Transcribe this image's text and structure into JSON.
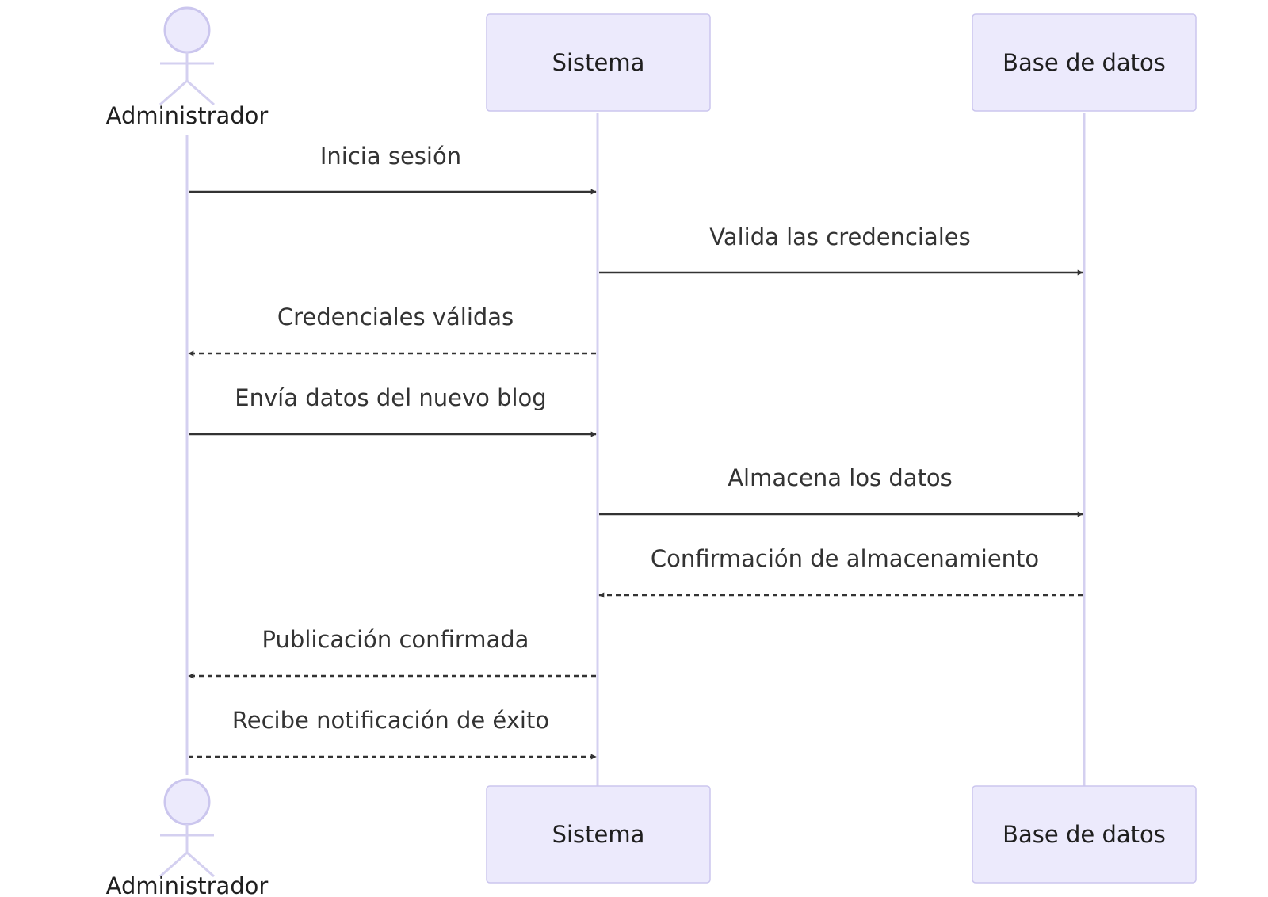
{
  "participants": [
    {
      "id": "admin",
      "label": "Administrador",
      "kind": "actor"
    },
    {
      "id": "sistema",
      "label": "Sistema",
      "kind": "box"
    },
    {
      "id": "bd",
      "label": "Base de datos",
      "kind": "box"
    }
  ],
  "messages": [
    {
      "from": "admin",
      "to": "sistema",
      "label": "Inicia sesión",
      "style": "solid"
    },
    {
      "from": "sistema",
      "to": "bd",
      "label": "Valida las credenciales",
      "style": "solid"
    },
    {
      "from": "sistema",
      "to": "admin",
      "label": "Credenciales válidas",
      "style": "dashed"
    },
    {
      "from": "admin",
      "to": "sistema",
      "label": "Envía datos del nuevo blog",
      "style": "solid"
    },
    {
      "from": "sistema",
      "to": "bd",
      "label": "Almacena los datos",
      "style": "solid"
    },
    {
      "from": "bd",
      "to": "sistema",
      "label": "Confirmación de almacenamiento",
      "style": "dashed"
    },
    {
      "from": "sistema",
      "to": "admin",
      "label": "Publicación confirmada",
      "style": "dashed"
    },
    {
      "from": "admin",
      "to": "sistema",
      "label": "Recibe notificación de éxito",
      "style": "dashed"
    }
  ],
  "colors": {
    "participant_fill": "#eceafc",
    "participant_border": "#cbc6ee",
    "lifeline": "#d4d0f0",
    "arrow": "#333333",
    "text": "#1f1f1f"
  }
}
